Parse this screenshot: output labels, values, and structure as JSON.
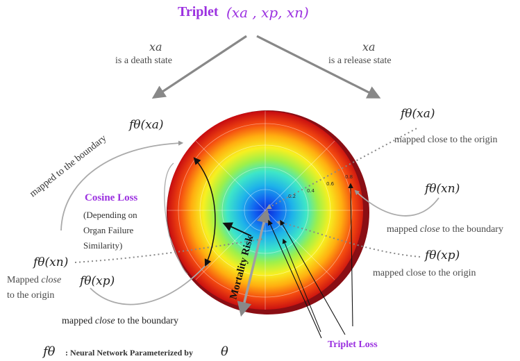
{
  "title": {
    "label": "Triplet",
    "tuple": "(xa , xp, xn)"
  },
  "branches": {
    "left": {
      "var": "xa",
      "desc": "is a death state"
    },
    "right": {
      "var": "xa",
      "desc": "is a release state"
    }
  },
  "labels": {
    "f_xa_left": "fθ(xa)",
    "boundary_left": "mapped to the boundary",
    "f_xa_right": "fθ(xa)",
    "origin_right": "mapped close to the origin",
    "f_xn_right": "fθ(xn)",
    "xn_right_prefix": "mapped ",
    "xn_right_close": "close",
    "xn_right_suffix": " to the boundary",
    "f_xp_right": "fθ(xp)",
    "xp_right_desc": "mapped close to the origin",
    "f_xn_left": "fθ(xn)",
    "mapped_close_prefix": "Mapped ",
    "mapped_close_em": "close",
    "to_origin": "to the origin",
    "f_xp_left": "fθ(xp)",
    "xp_left_prefix": "mapped ",
    "xp_left_close": "close",
    "xp_left_suffix": " to the boundary",
    "cosine_loss": "Cosine Loss",
    "cos_line1": "(Depending on",
    "cos_line2": "Organ Failure",
    "cos_line3": "Similarity)",
    "mortality_risk": "Mortality Risk",
    "triplet_loss": "Triplet Loss",
    "footer_f": "fθ",
    "footer_text": ": Neural Network Parameterized by",
    "footer_theta": "θ"
  },
  "radial_ticks": [
    "0.2",
    "0.4",
    "0.6",
    "0.8"
  ],
  "colors": {
    "purple": "#9b30e0",
    "arrow_gray": "#888888",
    "text_gray": "#4a4a4a"
  }
}
